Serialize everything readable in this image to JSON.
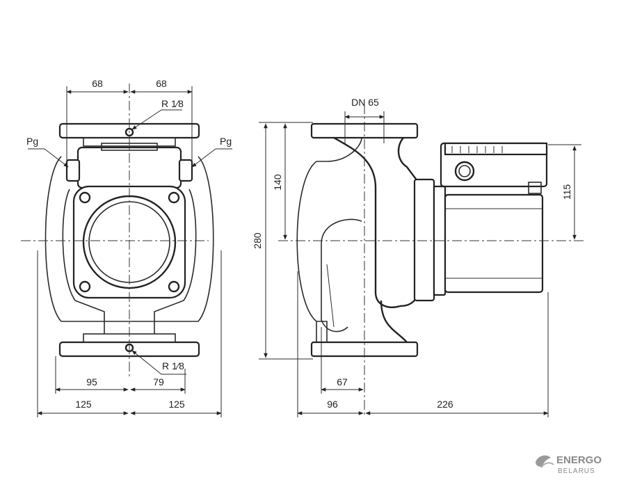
{
  "labels": {
    "front_top_left": "68",
    "front_top_right": "68",
    "thread_top": "R 1⁄8",
    "thread_bottom": "R 1⁄8",
    "pg_left": "Pg",
    "pg_right": "Pg",
    "front_bottom_95": "95",
    "front_bottom_79": "79",
    "front_width_left": "125",
    "front_width_right": "125",
    "side_dn": "DN 65",
    "side_height_280": "280",
    "side_height_140": "140",
    "side_height_115": "115",
    "side_67": "67",
    "side_96": "96",
    "side_226": "226"
  },
  "logo": {
    "line1": "ENERGO",
    "line2": "BELARUS"
  },
  "colors": {
    "ink": "#222222",
    "logo": "#8a8a8a"
  }
}
